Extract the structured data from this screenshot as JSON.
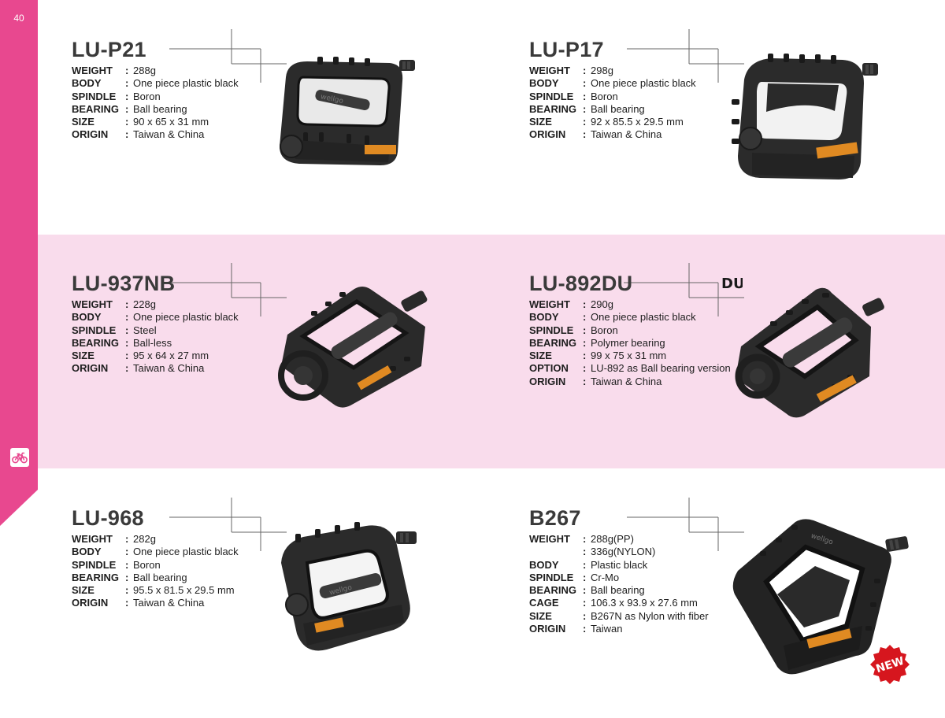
{
  "page_number": "40",
  "sidebar_icon": "bicycle-icon",
  "colors": {
    "accent": "#e8488f",
    "band": "#f9dcec",
    "reflector": "#e08a22"
  },
  "products": [
    {
      "model": "LU-P21",
      "specs": [
        {
          "label": "WEIGHT",
          "value": "288g"
        },
        {
          "label": "BODY",
          "value": "One piece plastic black"
        },
        {
          "label": "SPINDLE",
          "value": "Boron"
        },
        {
          "label": "BEARING",
          "value": "Ball bearing"
        },
        {
          "label": "SIZE",
          "value": "90 x 65 x 31 mm"
        },
        {
          "label": "ORIGIN",
          "value": "Taiwan & China"
        }
      ],
      "image_brand": "wellgo"
    },
    {
      "model": "LU-P17",
      "specs": [
        {
          "label": "WEIGHT",
          "value": "298g"
        },
        {
          "label": "BODY",
          "value": "One piece plastic black"
        },
        {
          "label": "SPINDLE",
          "value": "Boron"
        },
        {
          "label": "BEARING",
          "value": "Ball bearing"
        },
        {
          "label": "SIZE",
          "value": "92 x 85.5 x 29.5 mm"
        },
        {
          "label": "ORIGIN",
          "value": "Taiwan & China"
        }
      ]
    },
    {
      "model": "LU-937NB",
      "specs": [
        {
          "label": "WEIGHT",
          "value": "228g"
        },
        {
          "label": "BODY",
          "value": "One piece plastic black"
        },
        {
          "label": "SPINDLE",
          "value": "Steel"
        },
        {
          "label": "BEARING",
          "value": "Ball-less"
        },
        {
          "label": "SIZE",
          "value": "95 x 64 x 27 mm"
        },
        {
          "label": "ORIGIN",
          "value": "Taiwan & China"
        }
      ]
    },
    {
      "model": "LU-892DU",
      "badge_icon": "du-logo-icon",
      "badge_text": "DU",
      "specs": [
        {
          "label": "WEIGHT",
          "value": "290g"
        },
        {
          "label": "BODY",
          "value": "One piece plastic black"
        },
        {
          "label": "SPINDLE",
          "value": "Boron"
        },
        {
          "label": "BEARING",
          "value": "Polymer bearing"
        },
        {
          "label": "SIZE",
          "value": "99 x 75 x 31 mm"
        },
        {
          "label": "OPTION",
          "value": "LU-892 as Ball bearing version"
        },
        {
          "label": "ORIGIN",
          "value": "Taiwan & China"
        }
      ]
    },
    {
      "model": "LU-968",
      "specs": [
        {
          "label": "WEIGHT",
          "value": "282g"
        },
        {
          "label": "BODY",
          "value": "One piece plastic black"
        },
        {
          "label": "SPINDLE",
          "value": "Boron"
        },
        {
          "label": "BEARING",
          "value": "Ball bearing"
        },
        {
          "label": "SIZE",
          "value": "95.5 x 81.5 x 29.5 mm"
        },
        {
          "label": "ORIGIN",
          "value": "Taiwan & China"
        }
      ],
      "image_brand": "wellgo"
    },
    {
      "model": "B267",
      "specs": [
        {
          "label": "WEIGHT",
          "value": "288g(PP)"
        },
        {
          "label": "",
          "value": "336g(NYLON)"
        },
        {
          "label": "BODY",
          "value": "Plastic black"
        },
        {
          "label": "SPINDLE",
          "value": "Cr-Mo"
        },
        {
          "label": "BEARING",
          "value": "Ball bearing"
        },
        {
          "label": "CAGE",
          "value": "106.3 x 93.9 x 27.6 mm"
        },
        {
          "label": "SIZE",
          "value": "B267N as Nylon with fiber"
        },
        {
          "label": "ORIGIN",
          "value": "Taiwan"
        }
      ],
      "image_brand": "wellgo",
      "new_badge": "NEW"
    }
  ]
}
